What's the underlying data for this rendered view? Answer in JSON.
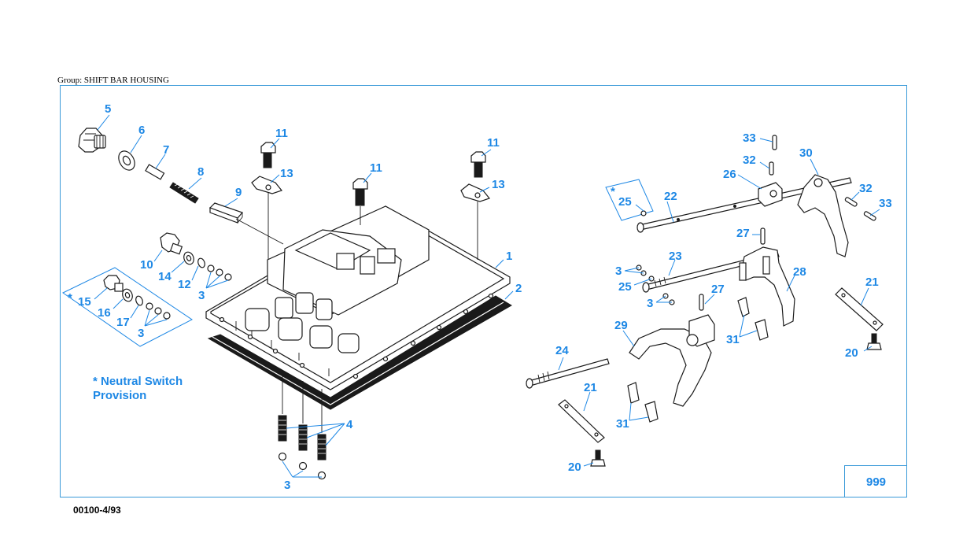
{
  "group": {
    "title": "Group: SHIFT BAR HOUSING"
  },
  "ref_box": {
    "text": "999"
  },
  "doc_code": "00100-4/93",
  "note": {
    "line1": "* Neutral Switch",
    "line2": "Provision"
  },
  "kit_markers": {
    "left": "*",
    "right": "*"
  },
  "labels": {
    "l5": "5",
    "l6": "6",
    "l7": "7",
    "l8": "8",
    "l9": "9",
    "l11a": "11",
    "l13a": "13",
    "l11b": "11",
    "l11c": "11",
    "l13b": "13",
    "l1": "1",
    "l2": "2",
    "l10": "10",
    "l14": "14",
    "l12": "12",
    "l3a": "3",
    "l15": "15",
    "l16": "16",
    "l17": "17",
    "l3b": "3",
    "l4": "4",
    "l3c": "3",
    "l33a": "33",
    "l32a": "32",
    "l30": "30",
    "l26": "26",
    "l32b": "32",
    "l33b": "33",
    "l25a": "25",
    "l22": "22",
    "l27a": "27",
    "l23": "23",
    "l3d": "3",
    "l25b": "25",
    "l3e": "3",
    "l27b": "27",
    "l28": "28",
    "l21a": "21",
    "l29": "29",
    "l31a": "31",
    "l20a": "20",
    "l24": "24",
    "l21b": "21",
    "l31b": "31",
    "l20b": "20"
  },
  "colors": {
    "accent": "#1e88e5",
    "frame": "#3a9ad9",
    "ink": "#1a1a1a"
  }
}
